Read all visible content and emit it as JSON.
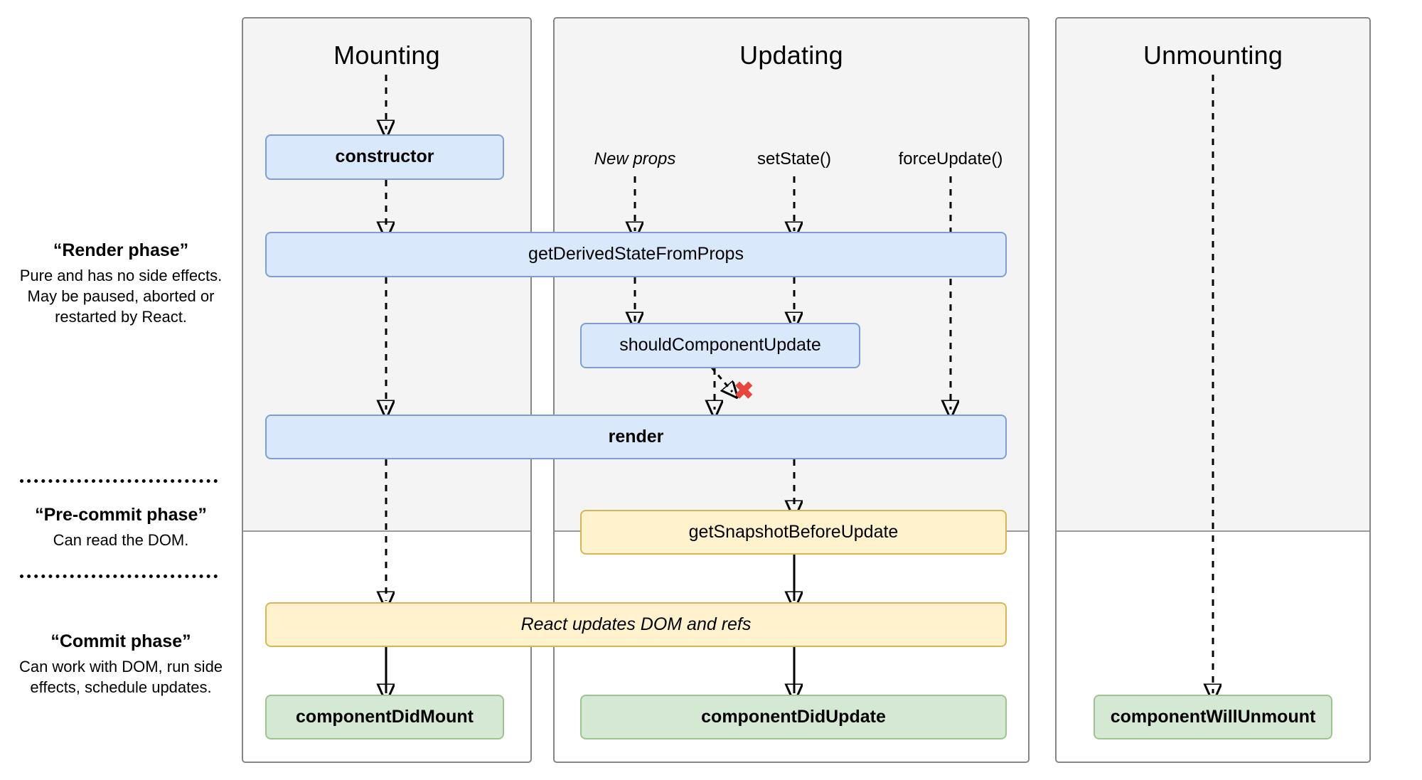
{
  "diagram": {
    "title": "React component lifecycle diagram",
    "colors": {
      "panel_fill_top": "#f4f4f4",
      "panel_fill_bottom": "#ffffff",
      "panel_border": "#868686",
      "render_phase_box_fill": "#dae8fc",
      "render_phase_box_border": "#7b9fd4",
      "commit_phase_box_fill": "#fff2cc",
      "commit_phase_box_border": "#d6b656",
      "did_box_fill": "#d5e8d4",
      "did_box_border": "#9dc48f",
      "x_mark": "#e8453c"
    }
  },
  "columns": [
    {
      "id": "mounting",
      "title": "Mounting"
    },
    {
      "id": "updating",
      "title": "Updating"
    },
    {
      "id": "unmounting",
      "title": "Unmounting"
    }
  ],
  "phases": [
    {
      "id": "render",
      "title": "“Render phase”",
      "description": "Pure and has no side effects. May be paused, aborted or restarted by React."
    },
    {
      "id": "pre-commit",
      "title": "“Pre-commit phase”",
      "description": "Can read the DOM."
    },
    {
      "id": "commit",
      "title": "“Commit phase”",
      "description": "Can work with DOM, run side effects, schedule updates."
    }
  ],
  "triggers": [
    {
      "id": "new-props",
      "label": "New props",
      "style": "italic"
    },
    {
      "id": "set-state",
      "label": "setState()",
      "style": "normal"
    },
    {
      "id": "force-update",
      "label": "forceUpdate()",
      "style": "normal"
    }
  ],
  "boxes": {
    "constructor": {
      "label": "constructor"
    },
    "get_derived_state": {
      "label": "getDerivedStateFromProps"
    },
    "should_component_update": {
      "label": "shouldComponentUpdate"
    },
    "render": {
      "label": "render"
    },
    "get_snapshot": {
      "label": "getSnapshotBeforeUpdate"
    },
    "react_updates": {
      "label": "React updates DOM and refs"
    },
    "component_did_mount": {
      "label": "componentDidMount"
    },
    "component_did_update": {
      "label": "componentDidUpdate"
    },
    "component_will_unmount": {
      "label": "componentWillUnmount"
    }
  },
  "annotations": {
    "skip_render_x": "✖"
  }
}
